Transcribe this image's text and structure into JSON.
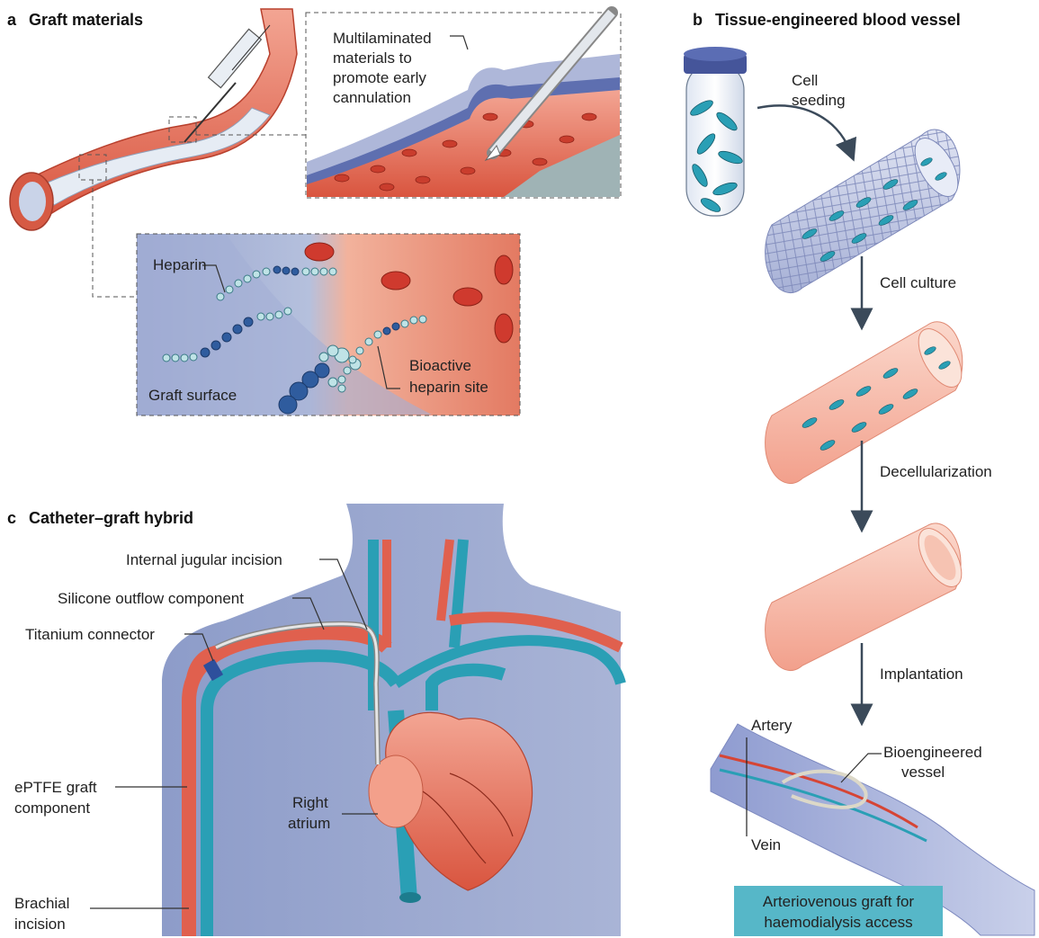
{
  "panels": {
    "a": {
      "letter": "a",
      "title": "Graft materials",
      "labels": {
        "multilaminated": [
          "Multilaminated",
          "materials to",
          "promote early",
          "cannulation"
        ],
        "heparin": "Heparin",
        "graft_surface": "Graft surface",
        "bioactive": [
          "Bioactive",
          "heparin site"
        ]
      }
    },
    "b": {
      "letter": "b",
      "title": "Tissue-engineered blood vessel",
      "steps": {
        "cell_seeding": [
          "Cell",
          "seeding"
        ],
        "cell_culture": "Cell culture",
        "decellularization": "Decellularization",
        "implantation": "Implantation"
      },
      "arm_labels": {
        "artery": "Artery",
        "vein": "Vein",
        "bioengineered": [
          "Bioengineered",
          "vessel"
        ]
      },
      "caption": [
        "Arteriovenous graft for",
        "haemodialysis access"
      ]
    },
    "c": {
      "letter": "c",
      "title": "Catheter–graft hybrid",
      "labels": {
        "internal_jugular": "Internal jugular incision",
        "silicone": "Silicone outflow component",
        "titanium": "Titanium connector",
        "eptfe": [
          "ePTFE graft",
          "component"
        ],
        "right_atrium": [
          "Right",
          "atrium"
        ],
        "brachial": [
          "Brachial",
          "incision"
        ]
      }
    }
  },
  "colors": {
    "vessel_red": "#e0604e",
    "tissue_blue": "#8f9fc6",
    "cell_teal": "#2a9fb5",
    "caption_bg": "#56b7c8",
    "arrow": "#3b4a5a"
  }
}
